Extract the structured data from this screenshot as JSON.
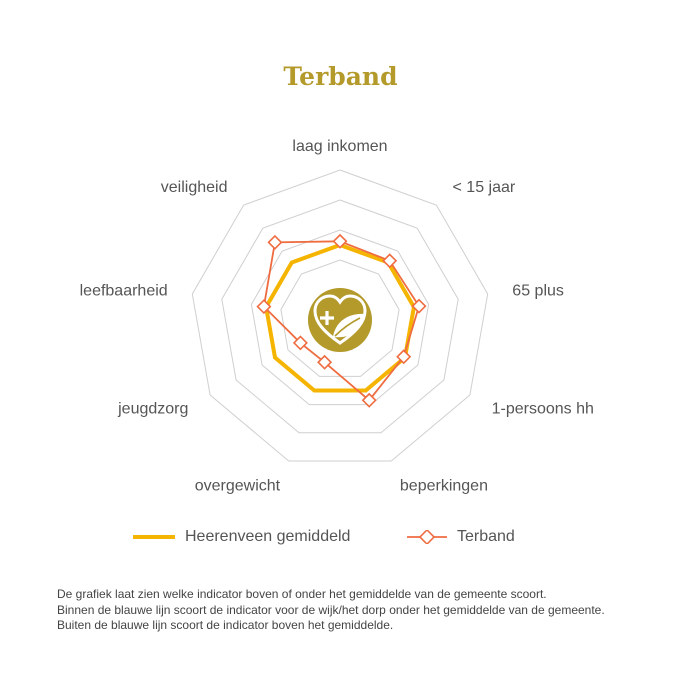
{
  "title": "Terband",
  "chart_data": {
    "type": "radar",
    "axes": [
      "laag inkomen",
      "< 15 jaar",
      "65 plus",
      "1-persoons hh",
      "beperkingen",
      "overgewicht",
      "jeugdzorg",
      "leefbaarheid",
      "veiligheid"
    ],
    "rmax": 2.0,
    "rings": [
      0.8,
      1.2,
      1.6,
      2.0
    ],
    "series": [
      {
        "name": "Heerenveen gemiddeld",
        "values": [
          1.0,
          1.0,
          1.0,
          1.0,
          1.0,
          1.0,
          1.0,
          1.0,
          1.0
        ],
        "color": "#f5b400"
      },
      {
        "name": "Terband",
        "values": [
          1.05,
          1.03,
          1.07,
          0.98,
          1.14,
          0.6,
          0.61,
          1.03,
          1.35
        ],
        "color": "#ef6c40"
      }
    ],
    "legend_position": "bottom",
    "colors": {
      "title": "#b39a2a",
      "grid": "#cfcfcf",
      "center": "#b39a2a"
    }
  },
  "legend": [
    {
      "label": "Heerenveen gemiddeld"
    },
    {
      "label": "Terband"
    }
  ],
  "footnote": [
    "De grafiek laat zien welke indicator boven of onder het gemiddelde van de gemeente scoort.",
    "Binnen de blauwe lijn scoort de indicator voor de wijk/het dorp onder het gemiddelde van de gemeente.",
    "Buiten de blauwe lijn scoort de indicator boven het gemiddelde."
  ],
  "center_icon": "heart-plus-leaf-icon"
}
